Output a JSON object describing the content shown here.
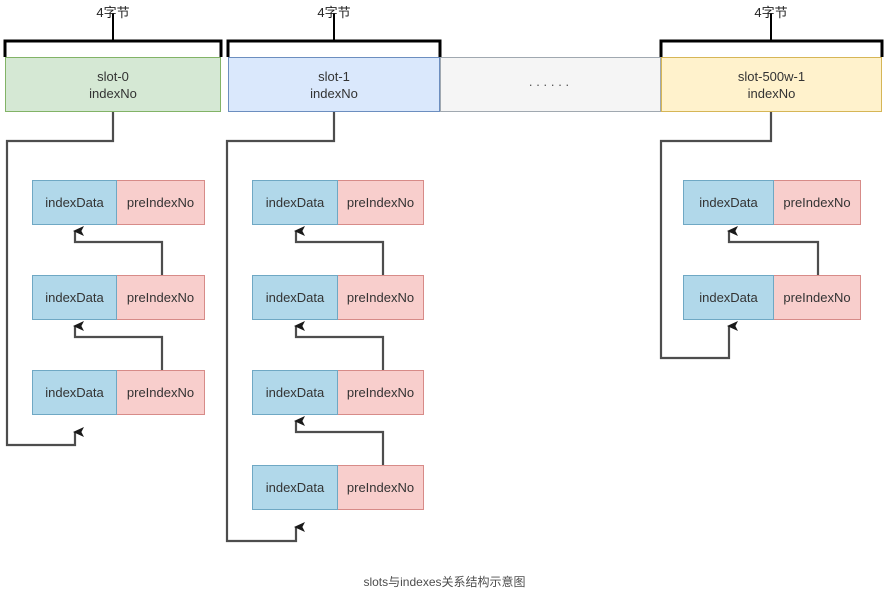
{
  "diagram": {
    "caption": "slots与indexes关系结构示意图",
    "bracket_label": "4字节",
    "brackets": [
      {
        "label": "4字节"
      },
      {
        "label": "4字节"
      },
      {
        "label": "4字节"
      }
    ],
    "slots": [
      {
        "name": "slot-0",
        "field": "indexNo",
        "color": "#d5e8d4",
        "border": "#82b366",
        "kind": "green"
      },
      {
        "name": "slot-1",
        "field": "indexNo",
        "color": "#dae8fc",
        "border": "#6c8ebf",
        "kind": "blue"
      },
      {
        "name": "······",
        "field": "",
        "color": "#f5f5f5",
        "border": "#a0a8b0",
        "kind": "grey"
      },
      {
        "name": "slot-500w-1",
        "field": "indexNo",
        "color": "#fff2cc",
        "border": "#d6b656",
        "kind": "yellow"
      }
    ],
    "node_labels": {
      "data": "indexData",
      "pre": "preIndexNo"
    },
    "chains": [
      {
        "owner": "slot-0",
        "nodes": [
          {
            "data": "indexData",
            "pre": "preIndexNo"
          },
          {
            "data": "indexData",
            "pre": "preIndexNo"
          },
          {
            "data": "indexData",
            "pre": "preIndexNo"
          }
        ]
      },
      {
        "owner": "slot-1",
        "nodes": [
          {
            "data": "indexData",
            "pre": "preIndexNo"
          },
          {
            "data": "indexData",
            "pre": "preIndexNo"
          },
          {
            "data": "indexData",
            "pre": "preIndexNo"
          },
          {
            "data": "indexData",
            "pre": "preIndexNo"
          }
        ]
      },
      {
        "owner": "slot-500w-1",
        "nodes": [
          {
            "data": "indexData",
            "pre": "preIndexNo"
          },
          {
            "data": "indexData",
            "pre": "preIndexNo"
          }
        ]
      }
    ],
    "colors": {
      "node_data_fill": "#b1d8ea",
      "node_data_border": "#6fa8c4",
      "node_pre_fill": "#f8cecc",
      "node_pre_border": "#d78b88",
      "wire": "#4d4d4d",
      "bracket": "#000000"
    }
  }
}
